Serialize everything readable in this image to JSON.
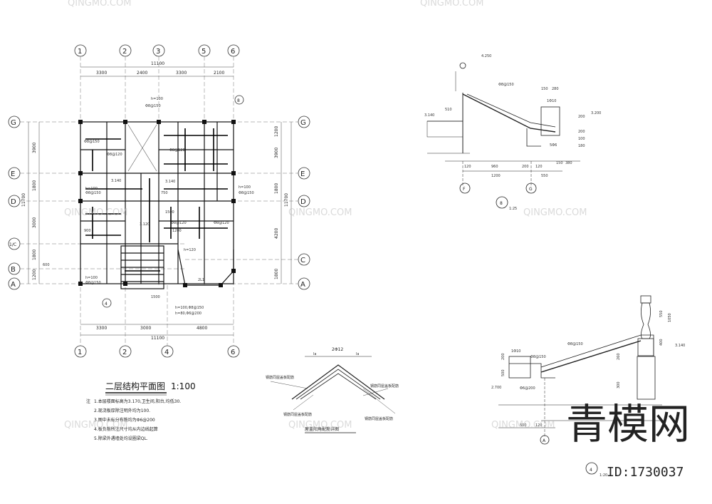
{
  "plan": {
    "title": "二层结构平面图",
    "scale": "1:100",
    "top_axes": [
      "1",
      "2",
      "3",
      "5",
      "6"
    ],
    "bottom_axes": [
      "1",
      "2",
      "4",
      "6"
    ],
    "left_axes": [
      "G",
      "E",
      "D",
      "1/C",
      "B",
      "A"
    ],
    "right_axes": [
      "G",
      "E",
      "D",
      "C",
      "A"
    ],
    "top_total": "11100",
    "top_dims": [
      "3300",
      "2400",
      "3300",
      "2100"
    ],
    "bottom_total": "11100",
    "bottom_dims": [
      "3300",
      "3000",
      "4800"
    ],
    "left_total": "11700",
    "left_dims": [
      "3900",
      "1800",
      "3000",
      "1800",
      "1200"
    ],
    "right_total": "11700",
    "right_dims": [
      "1200",
      "3900",
      "1800",
      "4200",
      "1800"
    ],
    "annotations": [
      "Φ8@150",
      "Φ8@120",
      "h=100",
      "h=120",
      "3.140",
      "3.120",
      "900",
      "1200",
      "1500",
      "750",
      "Φ8@200",
      "h=100,Φ8@150",
      "h=80,Φ6@200",
      "2L1",
      "8",
      "4",
      "600"
    ]
  },
  "notes": {
    "label": "注",
    "items": [
      "1.本层楼面标高为3.170,卫生间,阳台,均低30.",
      "2.现浇板厚除注明外均为100.",
      "3.图中未标分布筋均为Φ6@200",
      "4.板负筋所注尺寸均从内边线起算",
      "5.除梁外遇墙处均设圈梁QL."
    ]
  },
  "roof_detail": {
    "title": "屋盖阳角配筋详图",
    "labels": [
      "钢筋同屋盖板配筋",
      "钢筋同屋盖板配筋",
      "钢筋同屋盖板配筋",
      "钢筋同屋盖板配筋"
    ],
    "top_label": "2Φ12",
    "la_label": "la"
  },
  "section8": {
    "number": "8",
    "scale": "1:25",
    "elevations": [
      "4.250",
      "3.140",
      "3.200"
    ],
    "dims": [
      "510",
      "120",
      "960",
      "200",
      "120",
      "1200",
      "550",
      "150",
      "280",
      "380",
      "150",
      "200",
      "200",
      "100",
      "180"
    ],
    "rebar": [
      "Φ8@150",
      "1Φ10",
      "5Φ6"
    ],
    "axes": [
      "F",
      "G"
    ]
  },
  "section4": {
    "number": "4",
    "scale": "1:20",
    "elevations": [
      "3.140",
      "2.700"
    ],
    "dims": [
      "550",
      "1050",
      "400",
      "260",
      "300",
      "500",
      "200",
      "120",
      "300",
      "200"
    ],
    "rebar": [
      "Φ8@150",
      "1Φ10",
      "Φ8@150",
      "Φ6@200"
    ],
    "axes": [
      "A"
    ]
  },
  "watermark": {
    "brand": "青模网",
    "id": "ID:1730037",
    "site": "QINGMO.COM"
  }
}
